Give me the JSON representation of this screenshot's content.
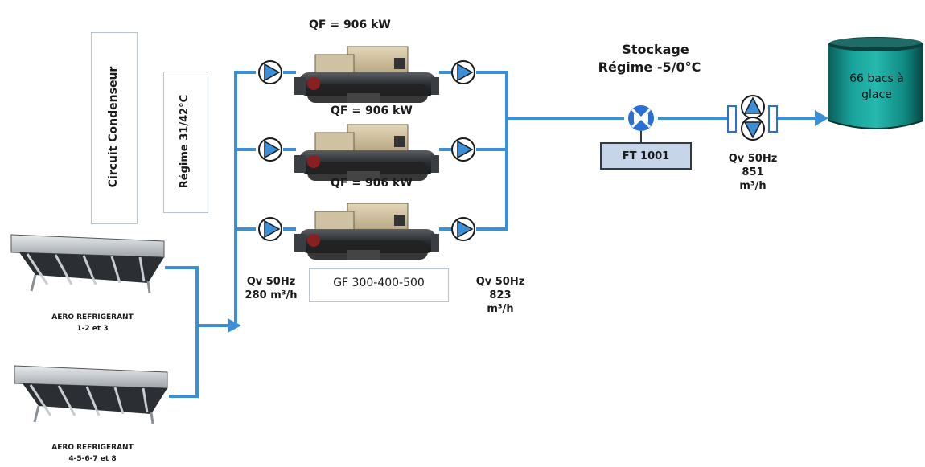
{
  "condenser_circuit": {
    "label": "Circuit Condenseur"
  },
  "condenser_regime": {
    "label": "Régime 31/42°C"
  },
  "chillers": [
    {
      "qf_label": "QF =  906 kW"
    },
    {
      "qf_label": "QF = 906 kW"
    },
    {
      "qf_label": "QF = 906 kW"
    }
  ],
  "chiller_group": {
    "label": "GF 300-400-500"
  },
  "condenser_pumps": {
    "line1": "Qv 50Hz",
    "line2": "280 m³/h"
  },
  "evaporator_pumps": {
    "line1": "Qv 50Hz",
    "line2": "823",
    "line3": "m³/h"
  },
  "storage": {
    "title": "Stockage",
    "regime": "Régime  -5/0°C"
  },
  "flow_transmitter": {
    "label": "FT 1001"
  },
  "storage_pumps": {
    "line1": "Qv 50Hz",
    "line2": "851",
    "line3": "m³/h"
  },
  "ice_tank": {
    "line1": "66 bacs à",
    "line2": "glace"
  },
  "dry_coolers": [
    {
      "line1": "AERO REFRIGERANT",
      "line2": "1-2 et 3"
    },
    {
      "line1": "AERO REFRIGERANT",
      "line2": "4-5-6-7  et 8"
    }
  ],
  "colors": {
    "pipe": "#3b8fd9",
    "pump_fill": "#3b8fd9",
    "valve": "#2a6fd6",
    "tank": "#0d7f7a"
  }
}
